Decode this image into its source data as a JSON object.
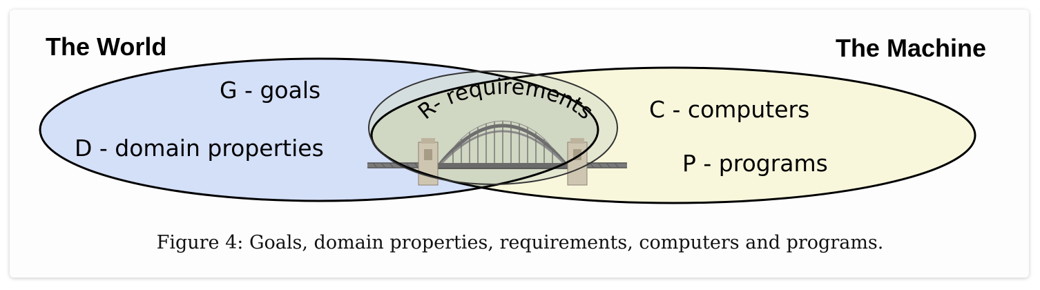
{
  "world": {
    "title": "The World",
    "goals": "G - goals",
    "domain": "D - domain properties",
    "fill_color": "#d4dff8"
  },
  "machine": {
    "title": "The Machine",
    "computers": "C - computers",
    "programs": "P - programs",
    "fill_color": "#f8f7dc"
  },
  "requirements": {
    "label": "R- requirements",
    "icon": "bridge-icon"
  },
  "caption": "Figure 4: Goals, domain properties, requirements, computers and programs."
}
